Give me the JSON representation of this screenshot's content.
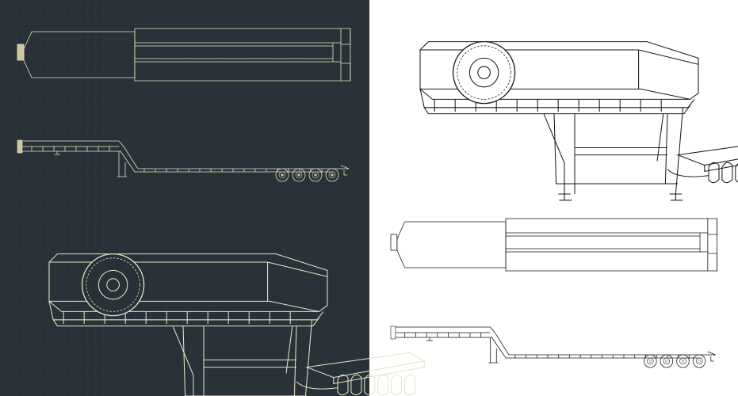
{
  "panels": [
    {
      "theme": "dark-blueprint",
      "background": "#283137",
      "grid": "#323c42",
      "stroke": "#e8e2c8",
      "fill_accent": "#cfc6a0",
      "views": [
        "top-view",
        "side-view",
        "perspective-view"
      ]
    },
    {
      "theme": "light-blueprint",
      "background": "#ffffff",
      "stroke": "#1a1a1a",
      "fill_accent": "#ffffff",
      "views": [
        "perspective-view",
        "top-view",
        "side-view"
      ]
    }
  ],
  "subject": "lowboy-semi-trailer",
  "axle_count": 4
}
